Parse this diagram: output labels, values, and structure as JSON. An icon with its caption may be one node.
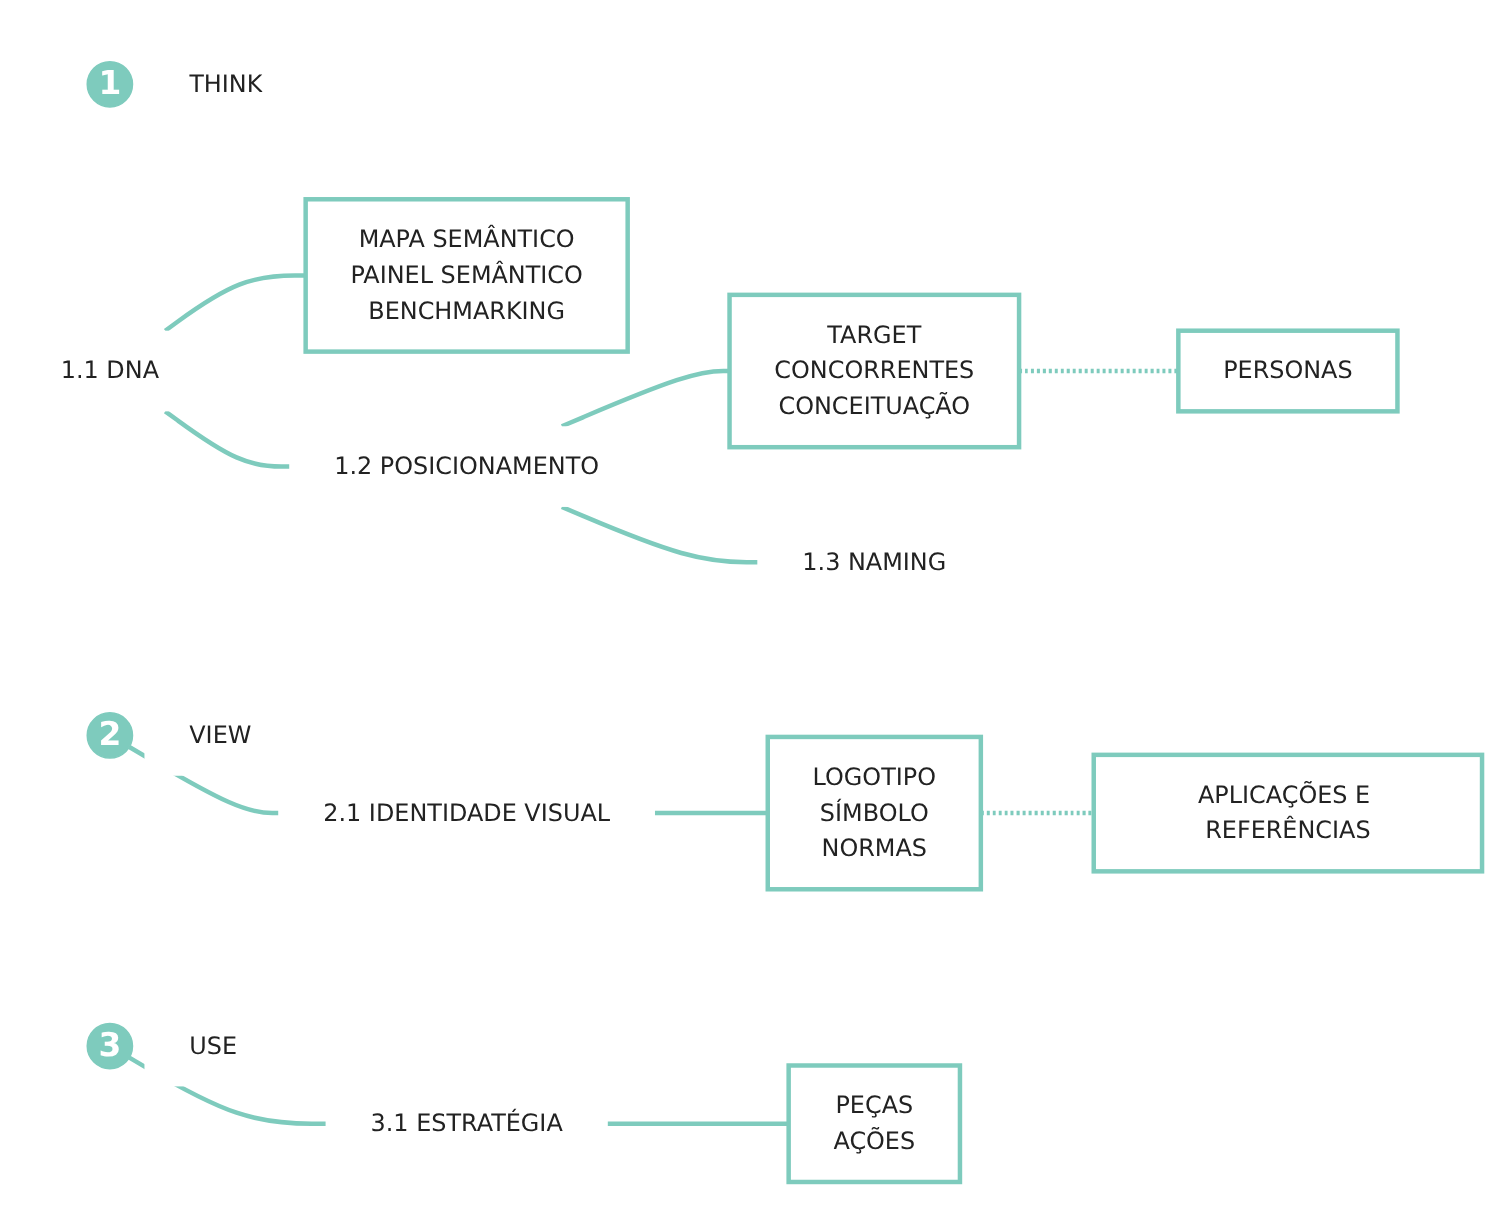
{
  "diagram": {
    "nodes": [
      {
        "text": [
          "1"
        ],
        "beside": [
          "THINK"
        ]
      },
      {
        "text": [
          "1.1 DNA"
        ]
      },
      {
        "text": [
          "MAPA SEMÂNTICO",
          "PAINEL SEMÂNTICO",
          "BENCHMARKING"
        ]
      },
      {
        "text": [
          "1.2 POSICIONAMENTO"
        ]
      },
      {
        "text": [
          "TARGET",
          "CONCORRENTES",
          "CONCEITUAÇÃO"
        ]
      },
      {
        "text": [
          "PERSONAS"
        ]
      },
      {
        "text": [
          "1.3 NAMING"
        ]
      },
      {
        "text": [
          "2"
        ],
        "beside": [
          "VIEW"
        ]
      },
      {
        "text": [
          "2.1 IDENTIDADE VISUAL"
        ]
      },
      {
        "text": [
          "LOGOTIPO",
          "SÍMBOLO",
          "NORMAS"
        ]
      },
      {
        "text": [
          "APLICAÇÕES E REFERÊNCIAS"
        ]
      },
      {
        "text": [
          "3"
        ],
        "beside": [
          "USE"
        ]
      },
      {
        "text": [
          "3.1 ESTRATÉGIA"
        ]
      },
      {
        "text": [
          "PEÇAS",
          "AÇÕES"
        ]
      }
    ],
    "edges": [
      {
        "from": 1,
        "to": 3,
        "arrow": "none"
      },
      {
        "from": 3,
        "to": 6,
        "arrow": "none"
      },
      {
        "from": 1,
        "to": 2,
        "arrow": "none"
      },
      {
        "from": 3,
        "to": 4,
        "arrow": "none"
      },
      {
        "from": 4,
        "to": 5,
        "arrow": "none",
        "style": "dashed"
      },
      {
        "from": 7,
        "to": 8,
        "arrow": "none"
      },
      {
        "from": 8,
        "to": 9,
        "arrow": "none"
      },
      {
        "from": 9,
        "to": 10,
        "arrow": "none",
        "style": "dashed"
      },
      {
        "from": 11,
        "to": 12,
        "arrow": "none"
      },
      {
        "from": 12,
        "to": 13,
        "arrow": "none"
      }
    ]
  }
}
